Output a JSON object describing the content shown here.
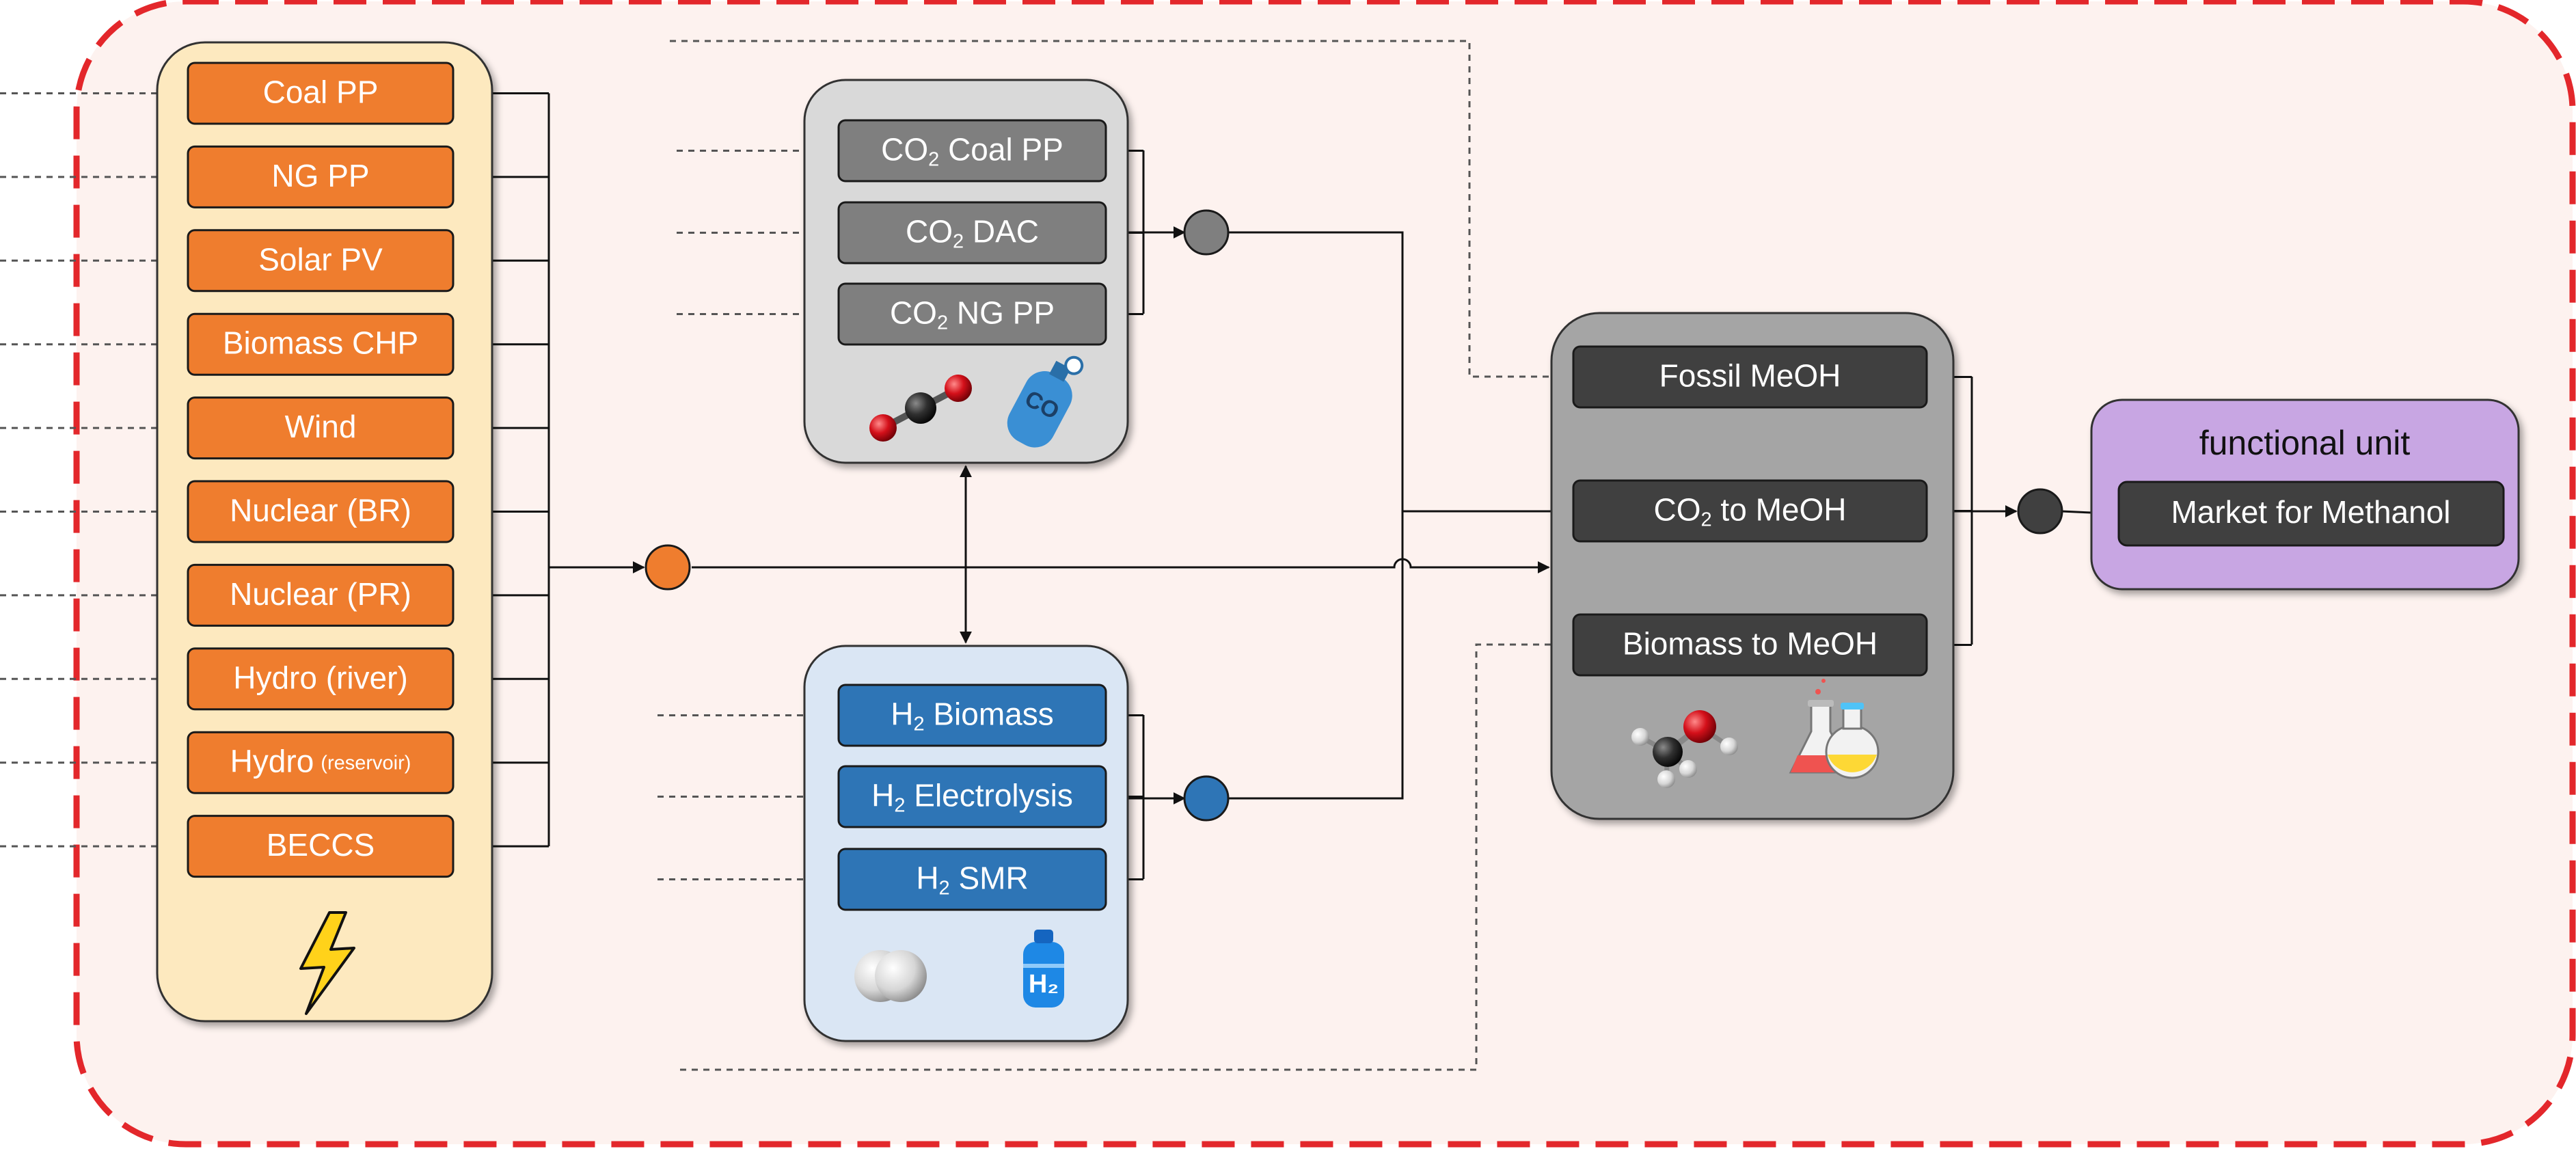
{
  "colors": {
    "frame_border": "#e3272b",
    "frame_bg": "#fdf2ef",
    "electricity_bg": "#fde9bf",
    "electricity_box": "#ef7d2e",
    "co2_bg": "#d9d9d9",
    "co2_box": "#7f7f7f",
    "h2_bg": "#dae6f4",
    "h2_box": "#2e75b6",
    "meoh_bg": "#a5a5a5",
    "meoh_box": "#404040",
    "fu_bg": "#c8a6e3",
    "node_grey": "#7f7f7f",
    "node_orange": "#ef7d2e",
    "node_blue": "#2e75b6",
    "node_dark": "#404040"
  },
  "electricity": {
    "icon": "lightning-bolt-icon",
    "items": [
      {
        "label": "Coal PP"
      },
      {
        "label": "NG PP"
      },
      {
        "label": "Solar PV"
      },
      {
        "label": "Biomass CHP"
      },
      {
        "label": "Wind"
      },
      {
        "label": "Nuclear (BR)"
      },
      {
        "label": "Nuclear (PR)"
      },
      {
        "label": "Hydro (river)"
      },
      {
        "label": "Hydro",
        "sub": "(reservoir)"
      },
      {
        "label": "BECCS"
      }
    ]
  },
  "co2": {
    "icons": [
      "co2-molecule-icon",
      "co2-canister-icon"
    ],
    "items": [
      {
        "pre": "CO",
        "sub": "2",
        "post": " Coal PP"
      },
      {
        "pre": "CO",
        "sub": "2",
        "post": " DAC"
      },
      {
        "pre": "CO",
        "sub": "2",
        "post": " NG PP"
      }
    ]
  },
  "h2": {
    "icons": [
      "h2-molecule-icon",
      "h2-canister-icon"
    ],
    "items": [
      {
        "pre": "H",
        "sub": "2",
        "post": " Biomass"
      },
      {
        "pre": "H",
        "sub": "2",
        "post": " Electrolysis"
      },
      {
        "pre": "H",
        "sub": "2",
        "post": " SMR"
      }
    ]
  },
  "meoh": {
    "icons": [
      "methanol-molecule-icon",
      "lab-flasks-icon"
    ],
    "items": [
      {
        "pre": "Fossil MeOH",
        "sub": "",
        "post": ""
      },
      {
        "pre": "CO",
        "sub": "2",
        "post": " to MeOH"
      },
      {
        "pre": "Biomass to MeOH",
        "sub": "",
        "post": ""
      }
    ]
  },
  "functional_unit": {
    "title": "functional unit",
    "market_label": "Market for Methanol"
  }
}
